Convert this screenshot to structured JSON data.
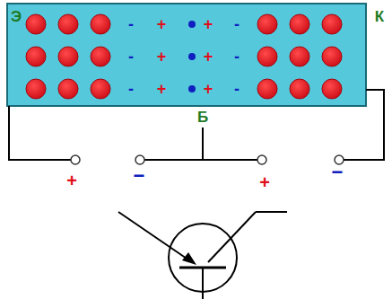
{
  "diagram": {
    "labels": [
      "Э",
      "К",
      "-",
      "+",
      "+",
      "-",
      "-",
      "+",
      "+",
      "-",
      "-",
      "+",
      "+",
      "-",
      "Б",
      "+",
      "−",
      "+",
      "−"
    ]
  }
}
